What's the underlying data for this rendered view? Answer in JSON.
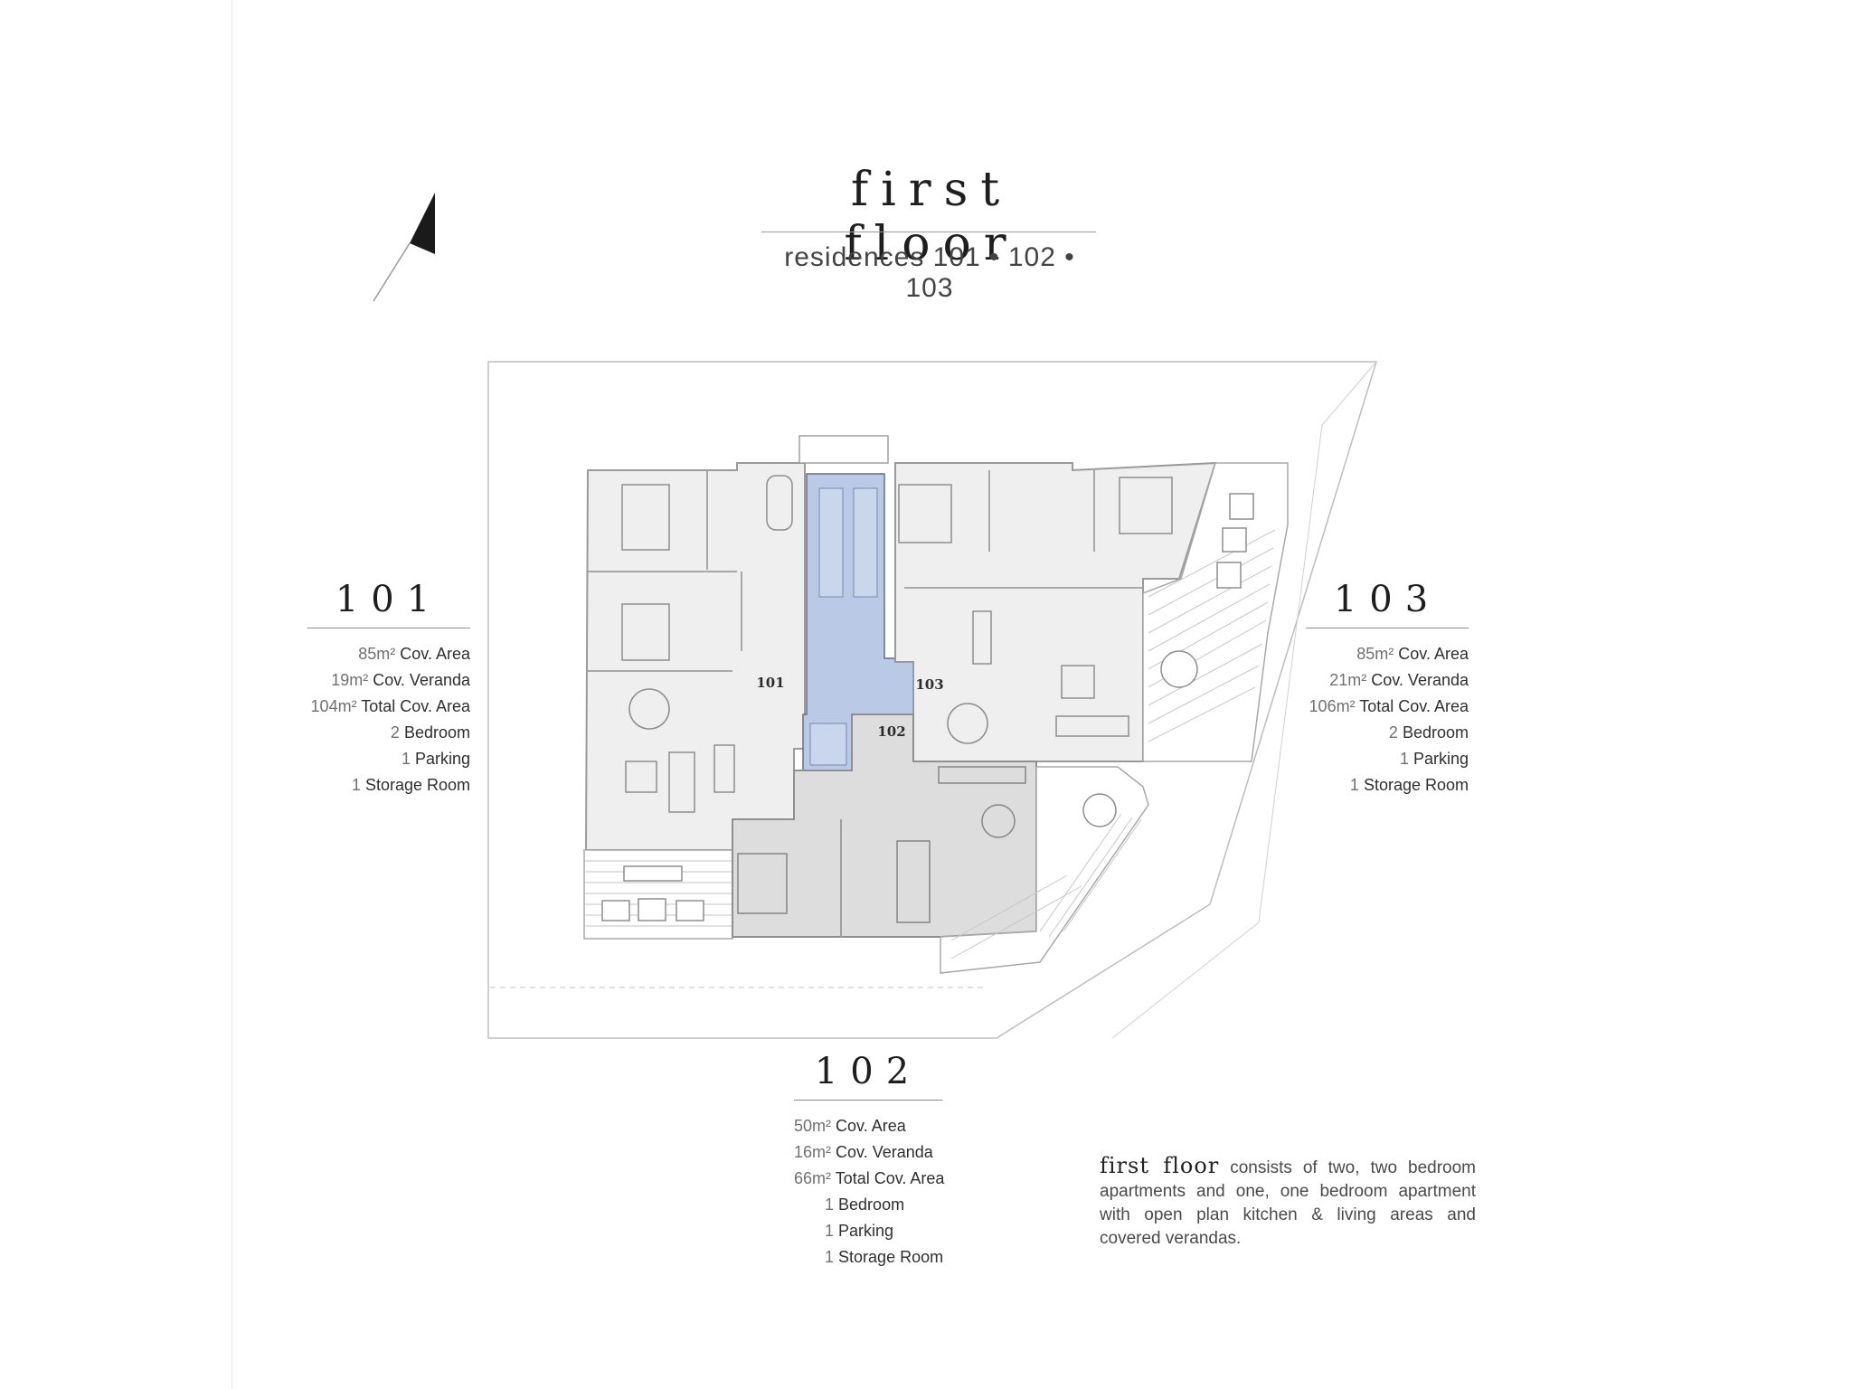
{
  "header": {
    "title": "first floor",
    "subtitle": "residences 101 • 102 • 103"
  },
  "units": {
    "u101": {
      "title": "101",
      "specs": [
        {
          "value": "85m²",
          "label": "Cov. Area"
        },
        {
          "value": "19m²",
          "label": "Cov. Veranda"
        },
        {
          "value": "104m²",
          "label": "Total Cov. Area"
        },
        {
          "value": "2",
          "label": "Bedroom"
        },
        {
          "value": "1",
          "label": "Parking"
        },
        {
          "value": "1",
          "label": "Storage Room"
        }
      ]
    },
    "u102": {
      "title": "102",
      "specs": [
        {
          "value": "50m²",
          "label": "Cov. Area"
        },
        {
          "value": "16m²",
          "label": "Cov. Veranda"
        },
        {
          "value": "66m²",
          "label": "Total Cov. Area"
        },
        {
          "value": "1",
          "label": "Bedroom"
        },
        {
          "value": "1",
          "label": "Parking"
        },
        {
          "value": "1",
          "label": "Storage Room"
        }
      ]
    },
    "u103": {
      "title": "103",
      "specs": [
        {
          "value": "85m²",
          "label": "Cov. Area"
        },
        {
          "value": "21m²",
          "label": "Cov. Veranda"
        },
        {
          "value": "106m²",
          "label": "Total Cov. Area"
        },
        {
          "value": "2",
          "label": "Bedroom"
        },
        {
          "value": "1",
          "label": "Parking"
        },
        {
          "value": "1",
          "label": "Storage Room"
        }
      ]
    }
  },
  "plan_labels": {
    "l101": "101",
    "l102": "102",
    "l103": "103"
  },
  "description": {
    "lead": "first floor",
    "text": " consists of two, two bedroom apartments and one, one bedroom apartment with open plan kitchen & living areas and covered verandas."
  },
  "colors": {
    "core_highlight": "#b9c9e6",
    "unit_fill": "#efefef",
    "unit_102_fill": "#dddddd",
    "line": "#9c9c9c"
  }
}
